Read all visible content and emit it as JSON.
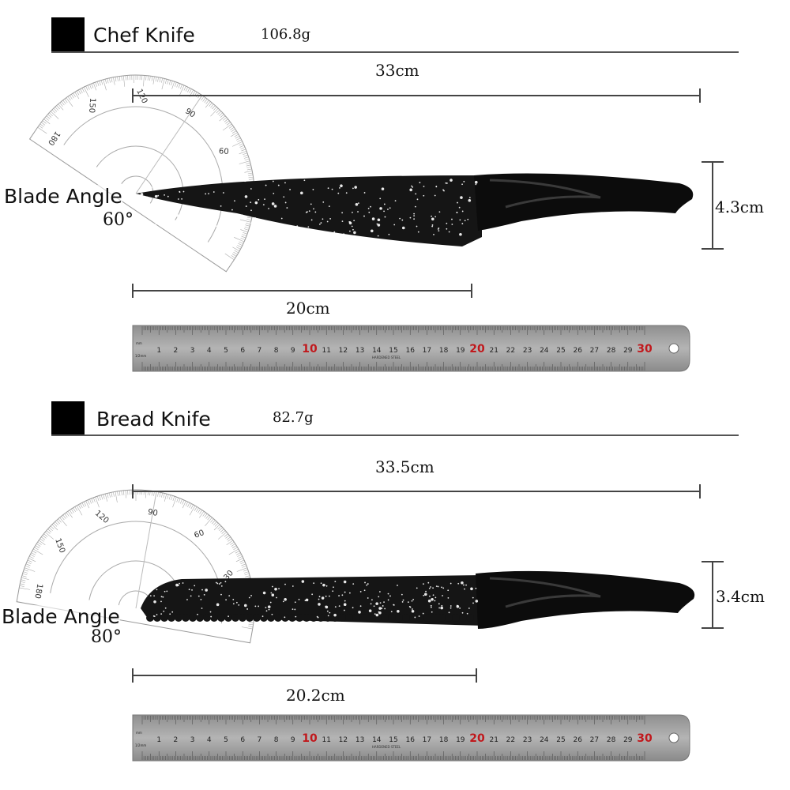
{
  "knives": [
    {
      "name": "Chef Knife",
      "weight": "106.8g",
      "length": "33cm",
      "height": "4.3cm",
      "blade_length": "20cm",
      "angle_label": "Blade Angle",
      "angle_value": "60°",
      "protractor_labels": [
        "180",
        "150",
        "120",
        "90",
        "60"
      ]
    },
    {
      "name": "Bread Knife",
      "weight": "82.7g",
      "length": "33.5cm",
      "height": "3.4cm",
      "blade_length": "20.2cm",
      "angle_label": "Blade Angle",
      "angle_value": "80°",
      "protractor_labels": [
        "180",
        "150",
        "120",
        "90",
        "60",
        "30"
      ]
    }
  ],
  "ruler": {
    "numbers": [
      "1",
      "2",
      "3",
      "4",
      "5",
      "6",
      "7",
      "8",
      "9",
      "10",
      "11",
      "12",
      "13",
      "14",
      "15",
      "16",
      "17",
      "18",
      "19",
      "20",
      "21",
      "22",
      "23",
      "24",
      "25",
      "26",
      "27",
      "28",
      "29",
      "30"
    ],
    "highlight": [
      "10",
      "20",
      "30"
    ],
    "unit_top": "mm",
    "unit_bottom": "1/2mm",
    "imprint": "HARDENED STEEL"
  },
  "colors": {
    "highlight": "#c0181c",
    "ruler": "#a9a9a9",
    "blade": "#141414"
  }
}
